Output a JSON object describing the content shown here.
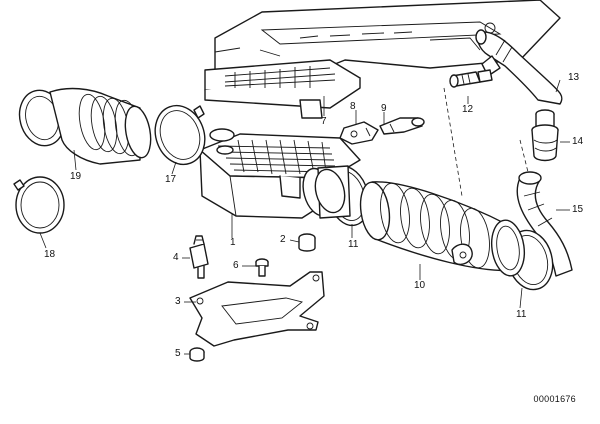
{
  "diagram": {
    "callouts": {
      "c1": "1",
      "c2": "2",
      "c3": "3",
      "c4": "4",
      "c5": "5",
      "c6": "6",
      "c7": "7",
      "c8": "8",
      "c9": "9",
      "c10": "10",
      "c11a": "11",
      "c11b": "11",
      "c12": "12",
      "c13": "13",
      "c14": "14",
      "c15": "15",
      "c17": "17",
      "c18": "18",
      "c19": "19"
    },
    "document_number": "00001676"
  }
}
